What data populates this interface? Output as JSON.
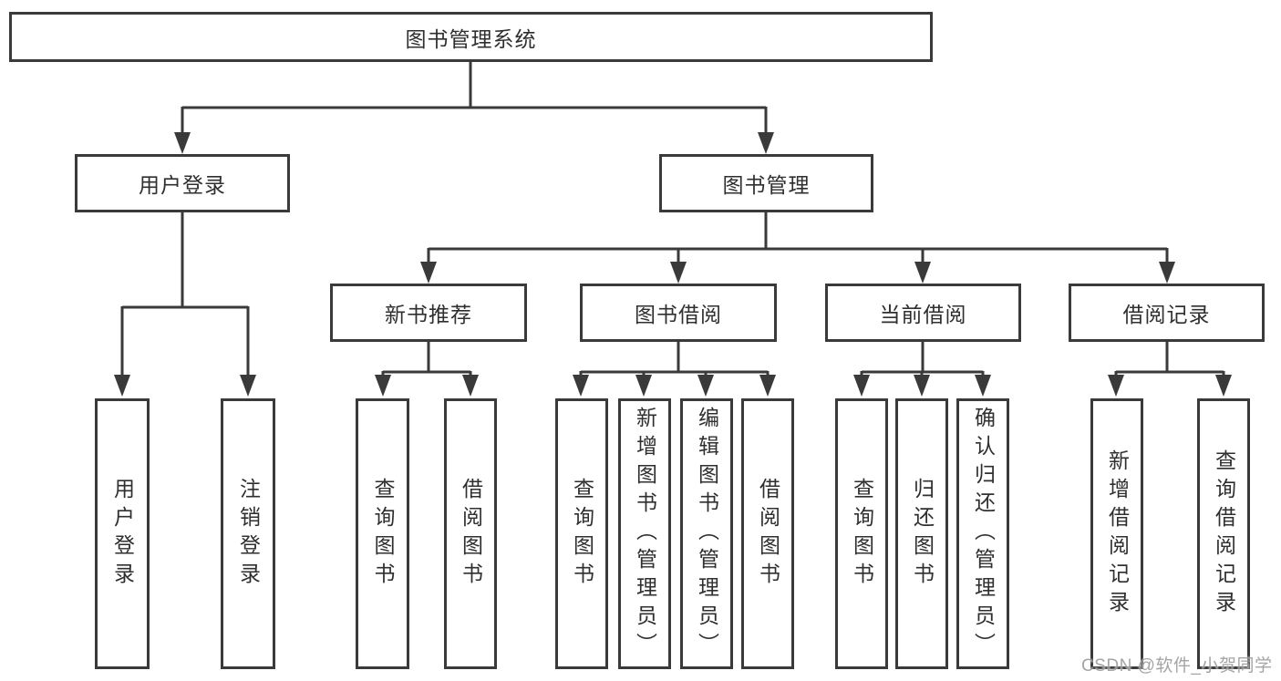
{
  "colors": {
    "line": "#3a3a3a",
    "text": "#2f2f2f",
    "watermark": "#949494",
    "background": "#ffffff"
  },
  "watermark": {
    "text": "CSDN @软件_小贺同学"
  },
  "tree": {
    "root": {
      "label": "图书管理系统",
      "children": [
        {
          "label": "用户登录",
          "children": [
            {
              "label": "用户登录"
            },
            {
              "label": "注销登录"
            }
          ]
        },
        {
          "label": "图书管理",
          "children": [
            {
              "label": "新书推荐",
              "children": [
                {
                  "label": "查询图书"
                },
                {
                  "label": "借阅图书"
                }
              ]
            },
            {
              "label": "图书借阅",
              "children": [
                {
                  "label": "查询图书"
                },
                {
                  "label": "新增图书（管理员）"
                },
                {
                  "label": "编辑图书（管理员）"
                },
                {
                  "label": "借阅图书"
                }
              ]
            },
            {
              "label": "当前借阅",
              "children": [
                {
                  "label": "查询图书"
                },
                {
                  "label": "归还图书"
                },
                {
                  "label": "确认归还（管理员）"
                }
              ]
            },
            {
              "label": "借阅记录",
              "children": [
                {
                  "label": "新增借阅记录"
                },
                {
                  "label": "查询借阅记录"
                }
              ]
            }
          ]
        }
      ]
    }
  }
}
